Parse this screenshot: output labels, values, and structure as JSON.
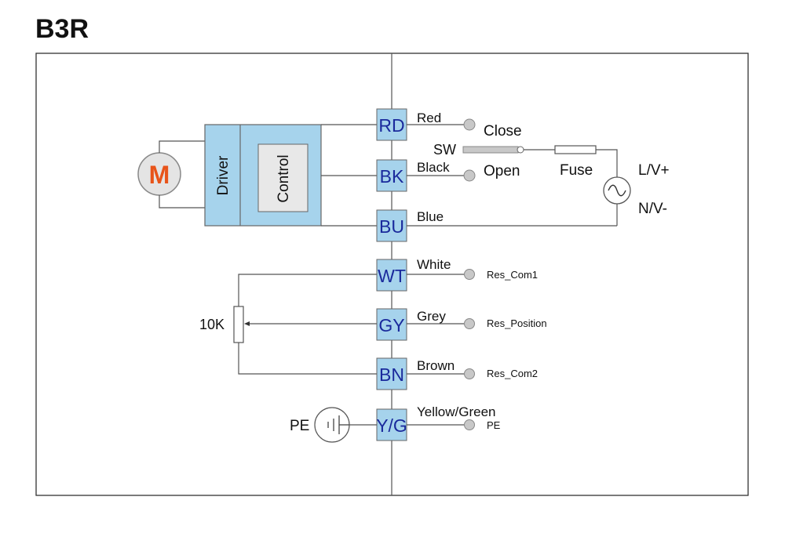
{
  "title": "B3R",
  "motor": {
    "letter": "M",
    "color": "#e8541a"
  },
  "driver": {
    "label": "Driver",
    "control_label": "Control",
    "fill": "#a6d3ec"
  },
  "terminals": [
    {
      "code": "RD",
      "wire": "Red"
    },
    {
      "code": "BK",
      "wire": "Black"
    },
    {
      "code": "BU",
      "wire": "Blue"
    },
    {
      "code": "WT",
      "wire": "White"
    },
    {
      "code": "GY",
      "wire": "Grey"
    },
    {
      "code": "BN",
      "wire": "Brown"
    },
    {
      "code": "Y/G",
      "wire": "Yellow/Green"
    }
  ],
  "endpoints": {
    "close": "Close",
    "open": "Open",
    "res_com1": "Res_Com1",
    "res_position": "Res_Position",
    "res_com2": "Res_Com2",
    "pe": "PE"
  },
  "switch_label": "SW",
  "fuse_label": "Fuse",
  "supply": {
    "plus": "L/V+",
    "minus": "N/V-"
  },
  "potentiometer_label": "10K",
  "earth_label": "PE",
  "terminal_fill": "#a6d3ec",
  "terminal_text_color": "#1a2a9c"
}
